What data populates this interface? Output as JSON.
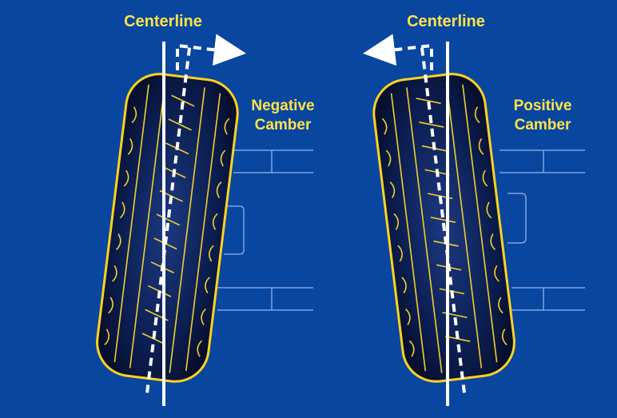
{
  "colors": {
    "background": "#0846a0",
    "tire_body": "#0a1a45",
    "tire_outline": "#ffd21f",
    "tread": "#f1cf2b",
    "label": "#ffe24a",
    "centerline": "#ffffff",
    "suspension": "#7fa4e2"
  },
  "left_panel": {
    "centerline_label": "Centerline",
    "camber_label_line1": "Negative",
    "camber_label_line2": "Camber",
    "arrow_direction": "right"
  },
  "right_panel": {
    "centerline_label": "Centerline",
    "camber_label_line1": "Positive",
    "camber_label_line2": "Camber",
    "arrow_direction": "left"
  }
}
